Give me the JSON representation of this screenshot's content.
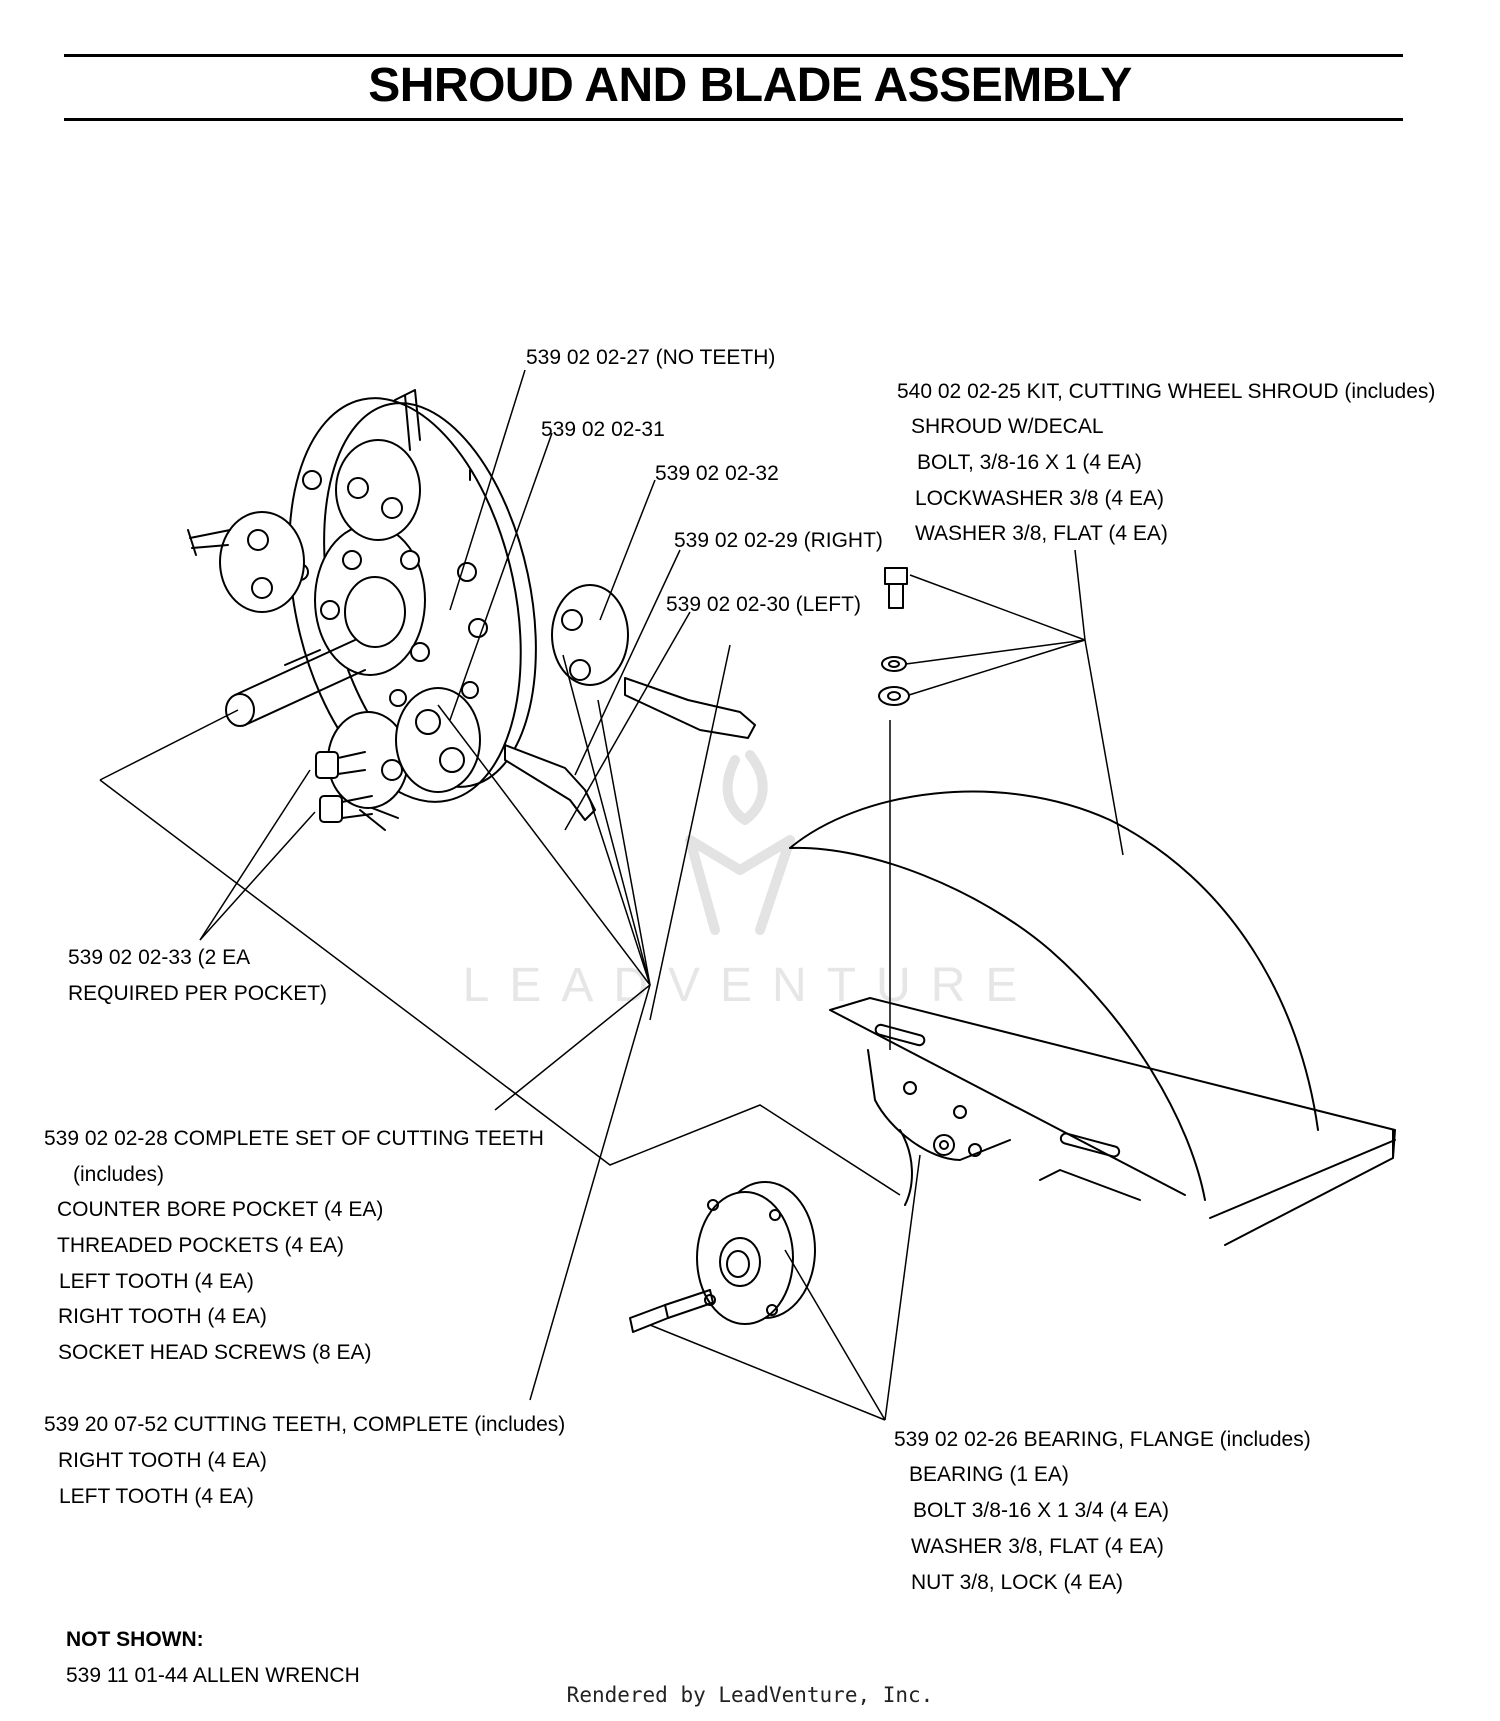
{
  "title": "SHROUD AND BLADE ASSEMBLY",
  "labels": {
    "p27": "539 02 02-27 (NO TEETH)",
    "p31": "539 02 02-31",
    "p32": "539 02 02-32",
    "p29": "539 02 02-29 (RIGHT)",
    "p30": "539 02 02-30 (LEFT)",
    "kit_shroud": {
      "head": "540 02 02-25 KIT, CUTTING WHEEL SHROUD (includes)",
      "items": [
        "SHROUD W/DECAL",
        "BOLT, 3/8-16 X 1 (4 EA)",
        "LOCKWASHER 3/8 (4 EA)",
        "WASHER 3/8, FLAT (4 EA)"
      ]
    },
    "p33": [
      "539 02 02-33 (2 EA",
      "REQUIRED PER POCKET)"
    ],
    "p28": {
      "head": "539 02 02-28 COMPLETE SET OF CUTTING TEETH",
      "items": [
        "(includes)",
        "COUNTER BORE POCKET (4 EA)",
        "THREADED POCKETS (4 EA)",
        "LEFT TOOTH (4 EA)",
        "RIGHT TOOTH (4 EA)",
        "SOCKET HEAD SCREWS (8 EA)"
      ]
    },
    "p52": {
      "head": "539 20 07-52 CUTTING TEETH, COMPLETE (includes)",
      "items": [
        "RIGHT TOOTH (4 EA)",
        "LEFT TOOTH (4 EA)"
      ]
    },
    "p26": {
      "head": "539 02 02-26 BEARING, FLANGE (includes)",
      "items": [
        "BEARING (1 EA)",
        "BOLT 3/8-16 X 1 3/4 (4 EA)",
        "WASHER 3/8, FLAT (4 EA)",
        "NUT 3/8, LOCK (4 EA)"
      ]
    },
    "not_shown_head": "NOT SHOWN:",
    "not_shown_item": "539 11 01-44 ALLEN WRENCH"
  },
  "watermark": "LEADVENTURE",
  "footer": "Rendered by LeadVenture, Inc."
}
